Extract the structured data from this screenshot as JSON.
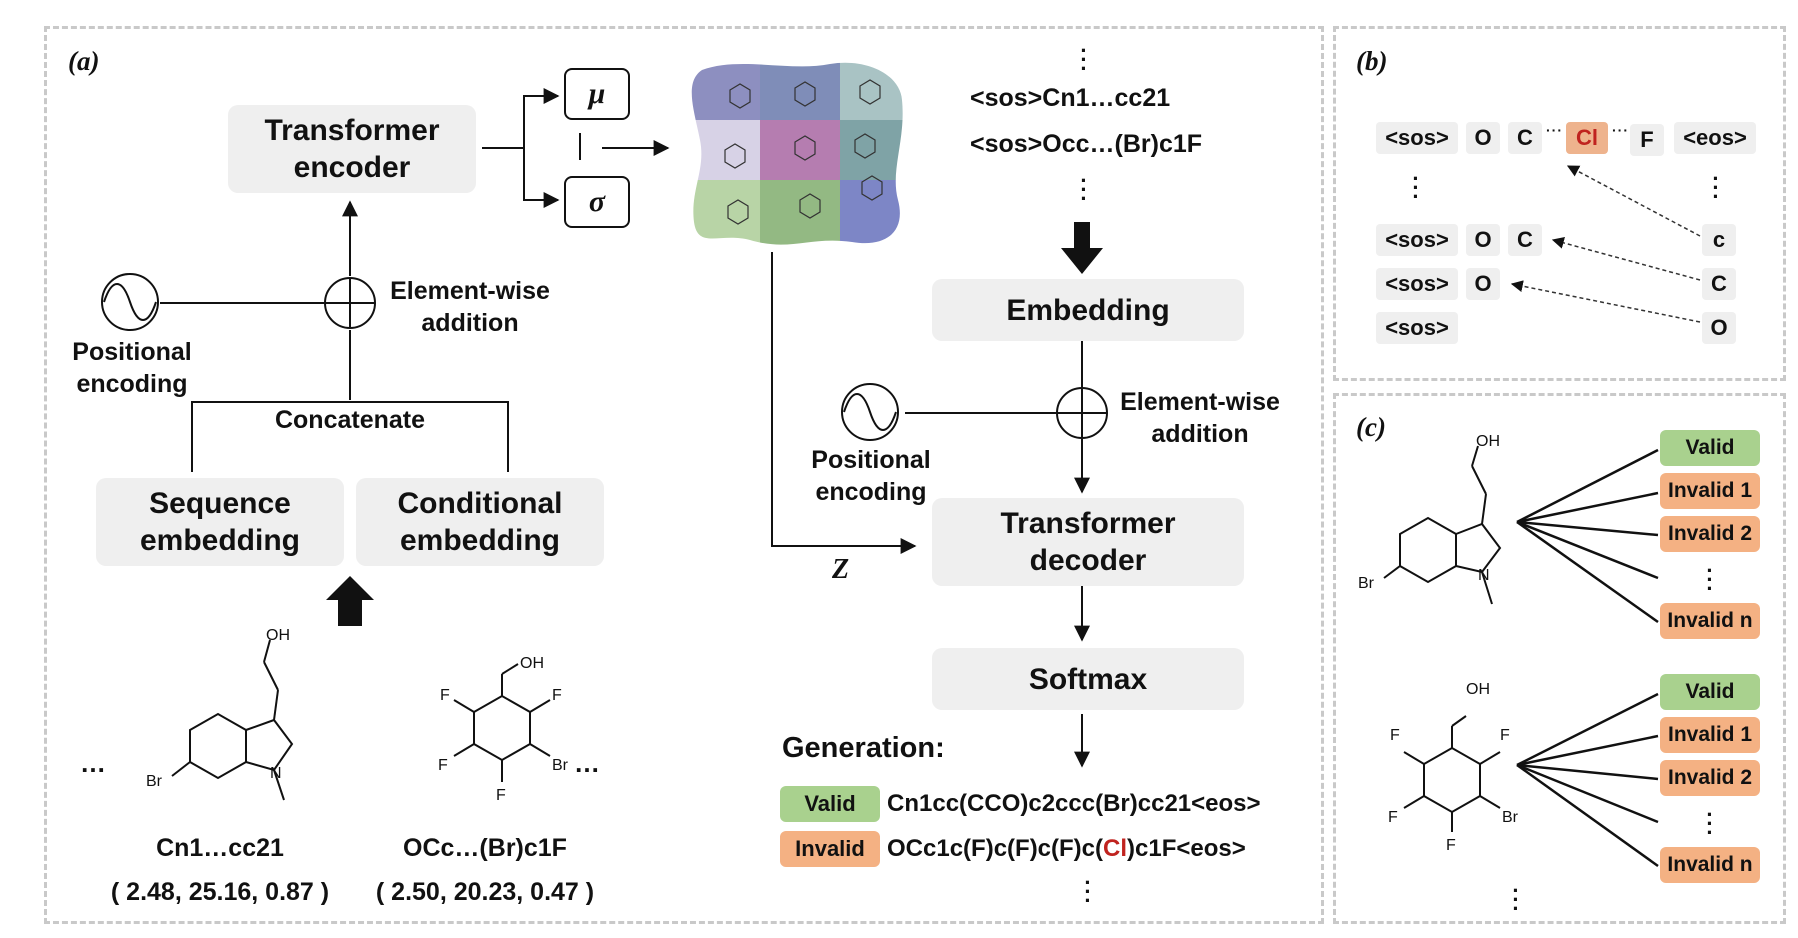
{
  "panel_a": {
    "label": "(a)",
    "encoder": {
      "transformer_encoder": "Transformer encoder",
      "mu": "μ",
      "sigma": "σ",
      "positional_encoding": "Positional encoding",
      "element_wise_addition": "Element-wise addition",
      "concatenate": "Concatenate",
      "sequence_embedding": "Sequence embedding",
      "conditional_embedding": "Conditional embedding",
      "molecules": [
        {
          "smiles": "Cn1…cc21",
          "props": "( 2.48, 25.16, 0.87 )"
        },
        {
          "smiles": "OCc…(Br)c1F",
          "props": "( 2.50, 20.23, 0.47 )"
        }
      ],
      "ellipsis": "…"
    },
    "decoder": {
      "input_sequences": [
        "<sos>Cn1…cc21",
        "<sos>Occ…(Br)c1F"
      ],
      "embedding": "Embedding",
      "positional_encoding": "Positional encoding",
      "element_wise_addition": "Element-wise addition",
      "transformer_decoder": "Transformer decoder",
      "softmax": "Softmax",
      "latent_label": "Z",
      "generation_title": "Generation:",
      "valid_badge": "Valid",
      "invalid_badge": "Invalid",
      "valid_output": "Cn1cc(CCO)c2ccc(Br)cc21<eos>",
      "invalid_output_pre": "OCc1c(F)c(F)c(F)c(",
      "invalid_output_err": "Cl",
      "invalid_output_post": ")c1F<eos>"
    }
  },
  "panel_b": {
    "label": "(b)",
    "row_top": [
      "<sos>",
      "O",
      "C",
      "Cl",
      "F",
      "<eos>"
    ],
    "row_3": [
      "<sos>",
      "O",
      "C"
    ],
    "row_2": [
      "<sos>",
      "O"
    ],
    "row_1": [
      "<sos>"
    ],
    "targets": [
      "c",
      "C",
      "O"
    ],
    "ellipsis": "···"
  },
  "panel_c": {
    "label": "(c)",
    "groups": [
      {
        "atoms": {
          "oh": "OH",
          "br": "Br",
          "n": "N"
        },
        "outputs": [
          "Valid",
          "Invalid 1",
          "Invalid 2",
          "Invalid n"
        ]
      },
      {
        "atoms": {
          "oh": "OH",
          "br": "Br",
          "f": "F"
        },
        "outputs": [
          "Valid",
          "Invalid 1",
          "Invalid 2",
          "Invalid n"
        ]
      }
    ]
  },
  "molecule_atoms": {
    "oh": "OH",
    "br": "Br",
    "n": "N",
    "f": "F"
  },
  "colors": {
    "box_gray": "#efefef",
    "valid_green": "#a9d18e",
    "invalid_orange": "#f4b183",
    "error_red": "#c0231f",
    "panel_border": "#c9c9c9"
  }
}
